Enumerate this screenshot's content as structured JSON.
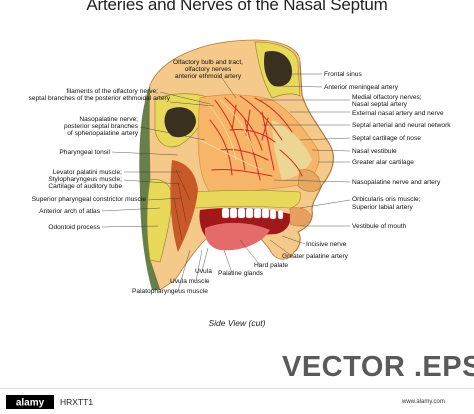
{
  "title": "Arteries and Nerves of the Nasal Septum",
  "labels_right": [
    "Frontal sinus",
    "Anterior meningeal artery",
    "Medial olfactory nerves;",
    "Nasal septal artery",
    "External nasal artery and nerve",
    "Septal arterial and neural network",
    "Septal cartilage of nose",
    "Nasal vestibule",
    "Greater alar cartilage",
    "Nasopalatine nerve and artery",
    "Orbicularis oris muscle;",
    "Superior labial artery",
    "Vestibule of mouth"
  ],
  "labels_top": [
    "Olfactory bulb and tract,",
    "olfactory nerves",
    "anterior ethmoid artery"
  ],
  "labels_left": [
    "filaments of the olfactory nerve;",
    "septal branches of the posterior ethmoidal artery",
    "Nasopalatine nerve;",
    "posterior septal branches",
    "of sphenopalatine artery",
    "Pharyngeal tonsil",
    "Levator palatini muscle;",
    "Stylopharyngeus muscle;",
    "Cartilage of auditory tube",
    "Superior pharyngeal constrictor muscle",
    "Anterior arch of atlas",
    "Odontoid process"
  ],
  "labels_bottom": [
    "Incisive nerve",
    "Greater palatine artery",
    "Hard palate",
    "Palatine glands",
    "Uvula",
    "Uvula muscle",
    "Palatopharyngeus muscle"
  ],
  "caption": "Side View (cut)",
  "watermark_text": "VECTOR .EPS",
  "footer": {
    "image_id": "HRXTT1",
    "logo_text": "alamy",
    "url": "www.alamy.com"
  },
  "colors": {
    "skin": "#f4c98a",
    "skin_dark": "#e8a860",
    "bone": "#e8d95a",
    "bone_light": "#f2e78c",
    "sinus": "#3a3020",
    "artery": "#d8281c",
    "muscle": "#c85a2a",
    "mouth": "#a01818",
    "teeth": "#ffffff",
    "tongue": "#e56a6a"
  }
}
